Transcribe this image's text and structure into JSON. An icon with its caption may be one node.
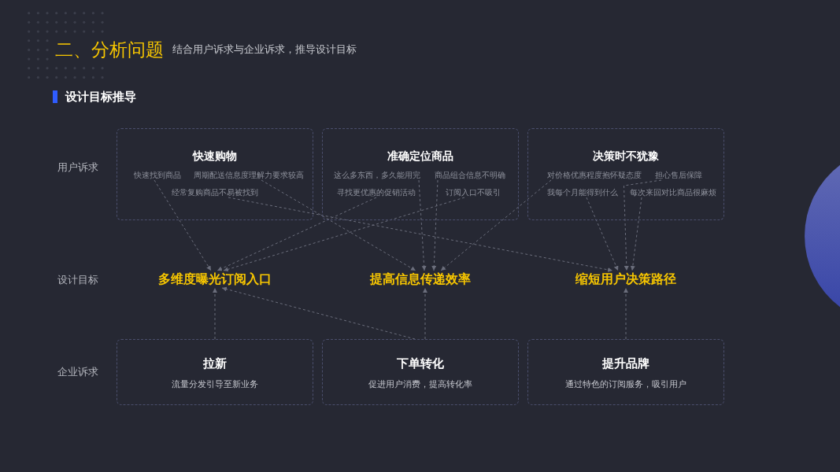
{
  "diagram": {
    "title": "二、分析问题",
    "nodes": [
      {
        "text": [
          "快速购物"
        ]
      },
      {
        "text": [
          "快速找到商品"
        ],
        "in": 0
      },
      {
        "text": [
          "周期配送信息度理解力要求较高"
        ],
        "in": 0
      },
      {
        "text": [
          "经常复购商品不易被找到"
        ],
        "in": 0
      },
      {
        "text": [
          "准确定位商品"
        ]
      },
      {
        "text": [
          "这么多东西，多久能用完"
        ],
        "in": 4
      },
      {
        "text": [
          "商品组合信息不明确"
        ],
        "in": 4
      },
      {
        "text": [
          "寻找更优惠的促销活动"
        ],
        "in": 4
      },
      {
        "text": [
          "订阅入口不吸引"
        ],
        "in": 4
      },
      {
        "text": [
          "决策时不犹豫"
        ]
      },
      {
        "text": [
          "对价格优惠程度抱怀疑态度"
        ],
        "in": 9
      },
      {
        "text": [
          "担心售后保障"
        ],
        "in": 9
      },
      {
        "text": [
          "我每个月能得到什么"
        ],
        "in": 9
      },
      {
        "text": [
          "每次来回对比商品很麻烦"
        ],
        "in": 9
      },
      {
        "text": [
          "多维度曝光订阅入口"
        ]
      },
      {
        "text": [
          "提高信息传递效率"
        ]
      },
      {
        "text": [
          "缩短用户决策路径"
        ]
      },
      {
        "text": [
          "拉新",
          "流量分发引导至新业务"
        ]
      },
      {
        "text": [
          "下单转化",
          "促进用户消费，提高转化率"
        ]
      },
      {
        "text": [
          "提升品牌",
          "通过特色的订阅服务，吸引用户"
        ]
      }
    ],
    "edges": [
      {
        "from": 1,
        "to": 14,
        "arrow": "to",
        "style": "dashed"
      },
      {
        "from": 2,
        "to": 15,
        "arrow": "to",
        "style": "dashed"
      },
      {
        "from": 3,
        "to": 16,
        "arrow": "to",
        "style": "dashed"
      },
      {
        "from": 5,
        "to": 15,
        "arrow": "to",
        "style": "dashed"
      },
      {
        "from": 6,
        "to": 15,
        "arrow": "to",
        "style": "dashed"
      },
      {
        "from": 7,
        "to": 14,
        "arrow": "to",
        "style": "dashed"
      },
      {
        "from": 8,
        "to": 14,
        "arrow": "to",
        "style": "dashed"
      },
      {
        "from": 10,
        "to": 15,
        "arrow": "to",
        "style": "dashed"
      },
      {
        "from": 11,
        "to": 16,
        "arrow": "to",
        "style": "dashed"
      },
      {
        "from": 12,
        "to": 16,
        "arrow": "to",
        "style": "dashed"
      },
      {
        "from": 13,
        "to": 16,
        "arrow": "to",
        "style": "dashed"
      },
      {
        "from": 17,
        "to": 14,
        "arrow": "to",
        "style": "dashed"
      },
      {
        "from": 18,
        "to": 14,
        "arrow": "to",
        "style": "dashed"
      },
      {
        "from": 18,
        "to": 15,
        "arrow": "to",
        "style": "dashed"
      },
      {
        "from": 19,
        "to": 16,
        "arrow": "to",
        "style": "dashed"
      }
    ],
    "labels": [
      "结合用户诉求与企业诉求，推导设计目标",
      "设计目标推导",
      "用户诉求",
      "设计目标",
      "企业诉求"
    ]
  }
}
